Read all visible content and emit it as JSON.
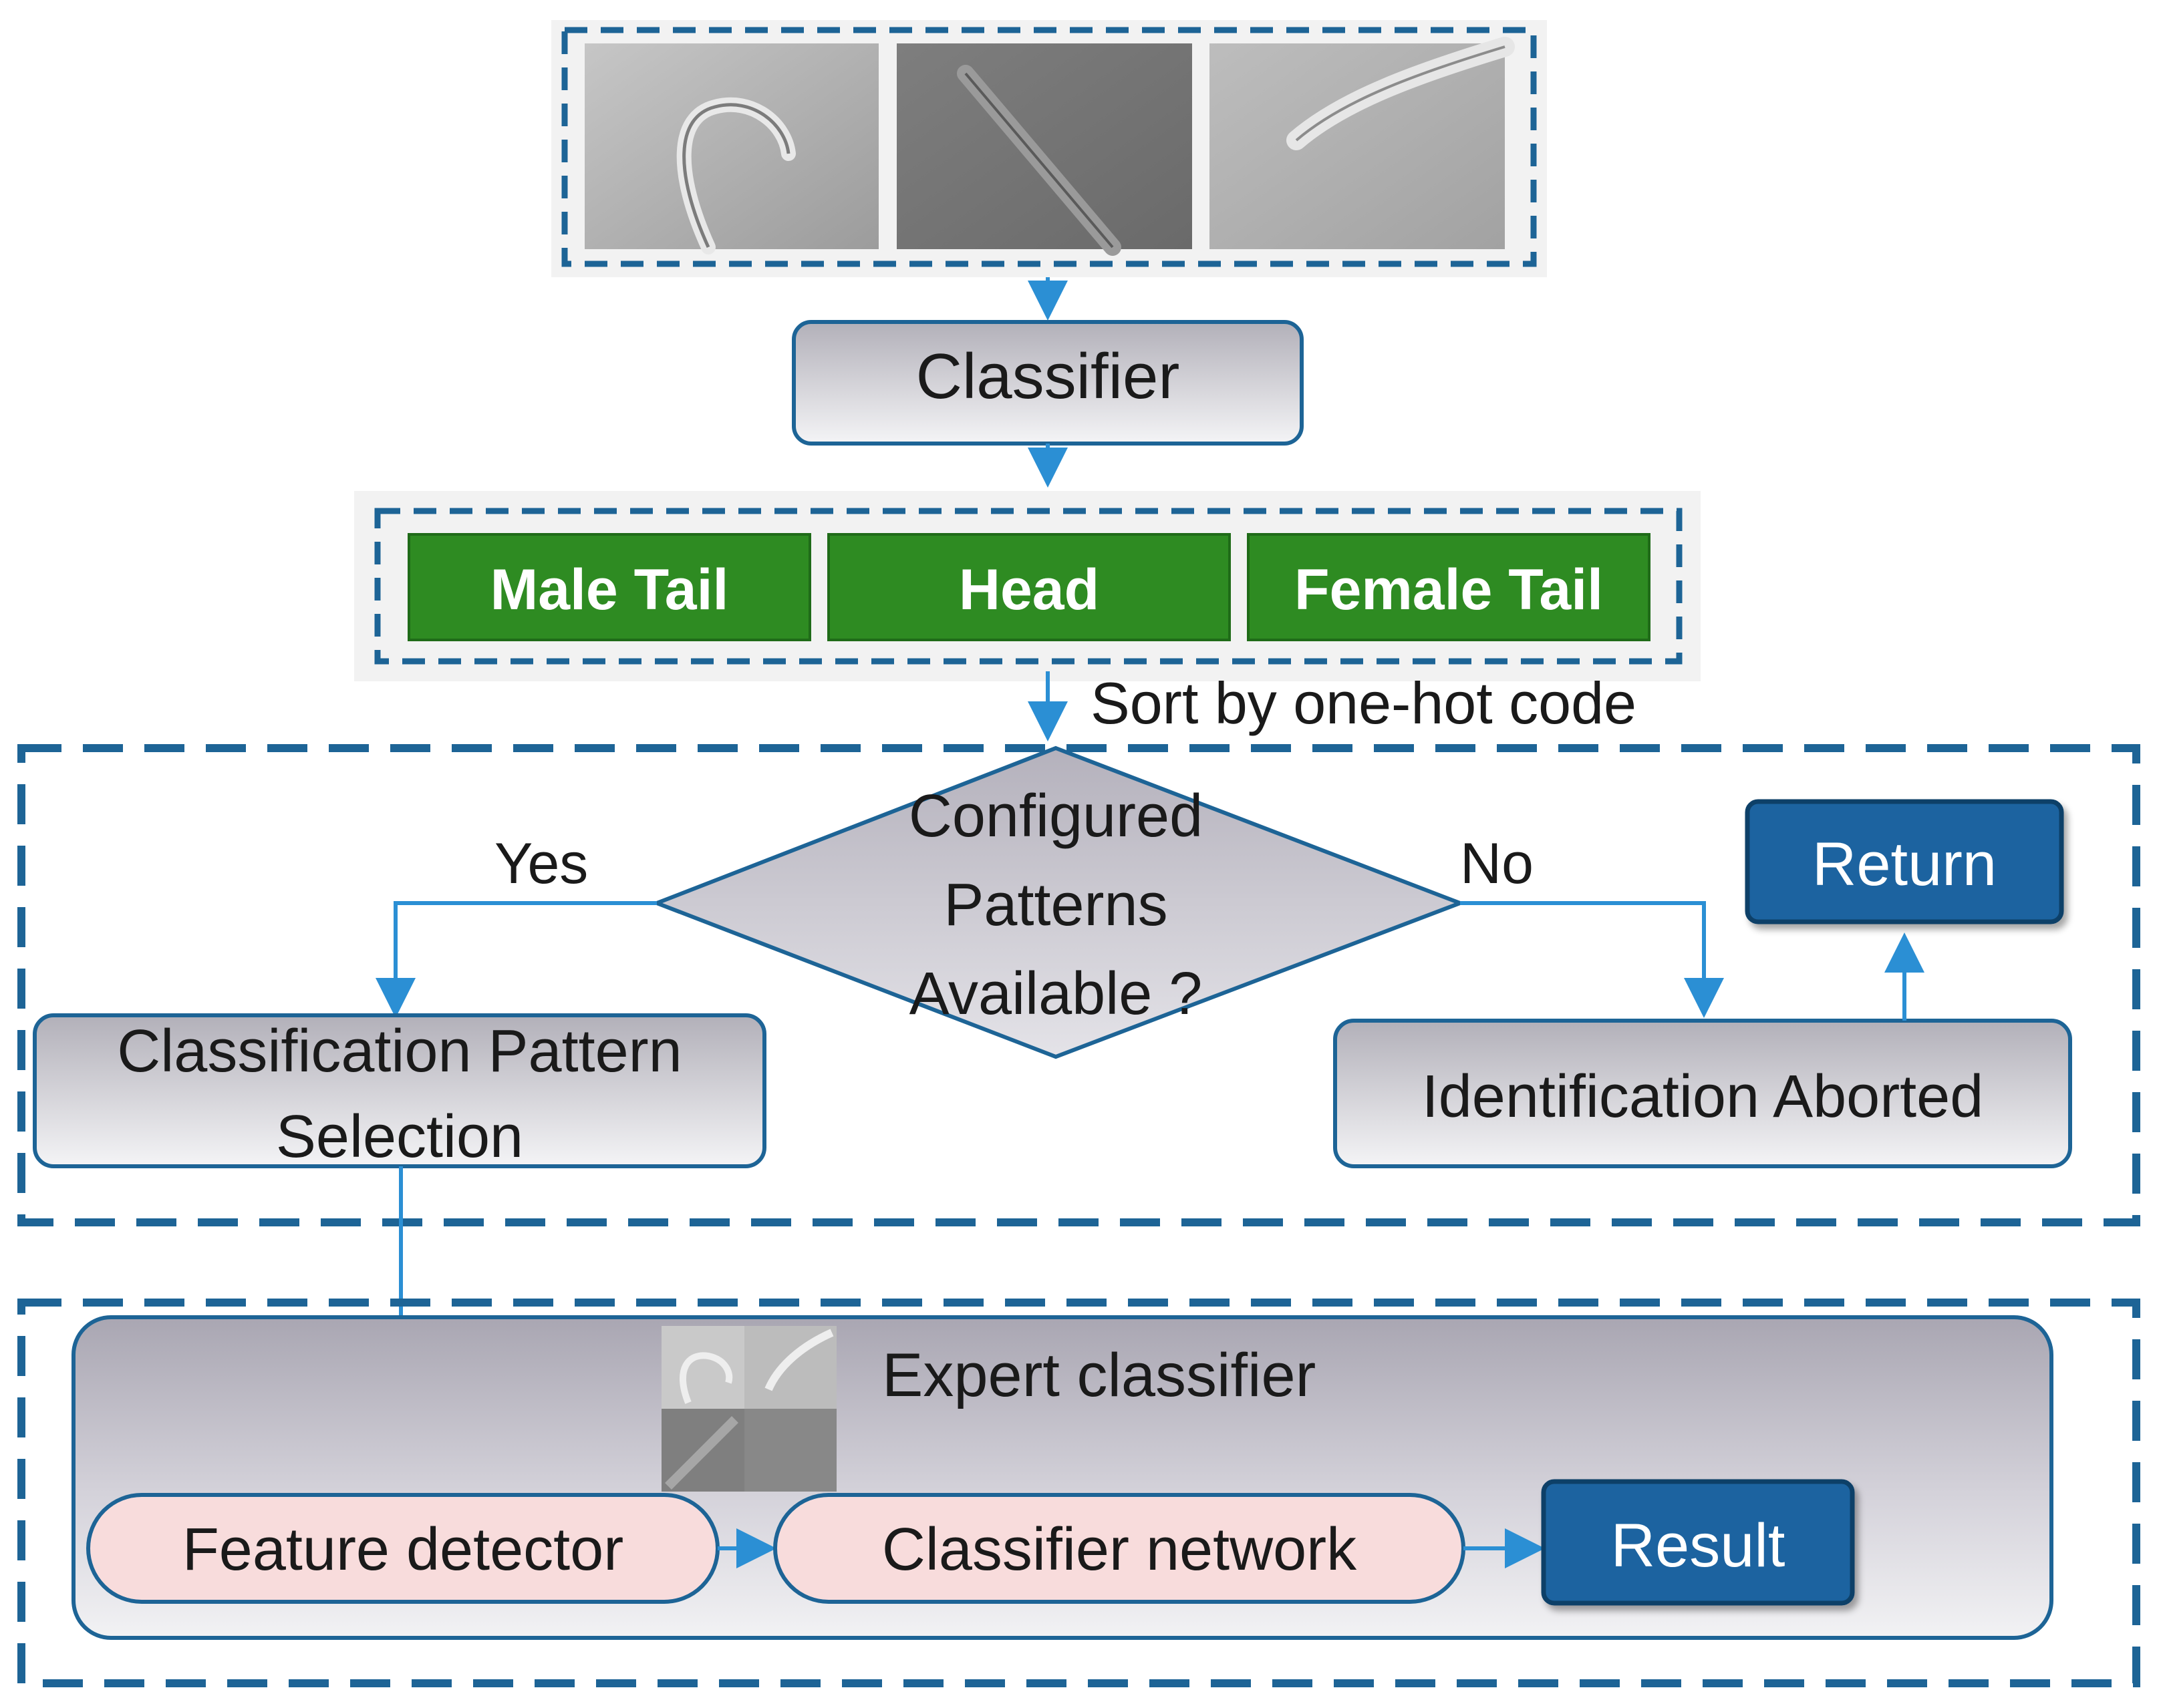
{
  "input_images": [
    {
      "name": "nematode-image-curled"
    },
    {
      "name": "nematode-image-straight"
    },
    {
      "name": "nematode-image-tail"
    }
  ],
  "classifier": {
    "label": "Classifier"
  },
  "categories": [
    {
      "label": "Male Tail"
    },
    {
      "label": "Head"
    },
    {
      "label": "Female Tail"
    }
  ],
  "sort_label": "Sort by one-hot code",
  "decision": {
    "lines": [
      "Configured",
      "Patterns",
      "Available ?"
    ]
  },
  "yes_label": "Yes",
  "no_label": "No",
  "pattern_selection": {
    "lines": [
      "Classification Pattern",
      "Selection"
    ]
  },
  "aborted": {
    "label": "Identification Aborted"
  },
  "return_button": {
    "label": "Return"
  },
  "expert": {
    "title": "Expert classifier"
  },
  "feature_detector": {
    "label": "Feature detector"
  },
  "classifier_network": {
    "label": "Classifier network"
  },
  "result_button": {
    "label": "Result"
  },
  "colors": {
    "dash_border": "#1d6496",
    "arrow": "#2b8fd4",
    "category_green": "#2e8b22",
    "button_blue": "#1d64a0",
    "pill_pink": "#f8dcdc",
    "box_gray_top": "#b2b0b9",
    "box_gray_bottom": "#f4f4f6"
  }
}
